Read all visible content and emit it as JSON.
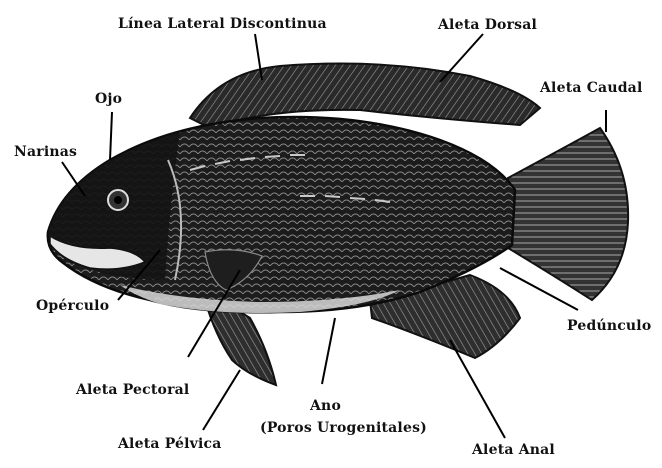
{
  "labels": {
    "linea_lateral": "Línea Lateral Discontinua",
    "aleta_dorsal": "Aleta Dorsal",
    "ojo": "Ojo",
    "aleta_caudal": "Aleta Caudal",
    "narinas": "Narinas",
    "operculo": "Opérculo",
    "pedunculo": "Pedúnculo",
    "aleta_pectoral": "Aleta Pectoral",
    "ano": "Ano",
    "poros_urogenitales": "(Poros Urogenitales)",
    "aleta_pelvica": "Aleta Pélvica",
    "aleta_anal": "Aleta Anal"
  },
  "colors": {
    "body_dark": "#141414",
    "fin_mid": "#3a3a3a",
    "belly_light": "#d8d8d8",
    "leader": "#000000"
  }
}
